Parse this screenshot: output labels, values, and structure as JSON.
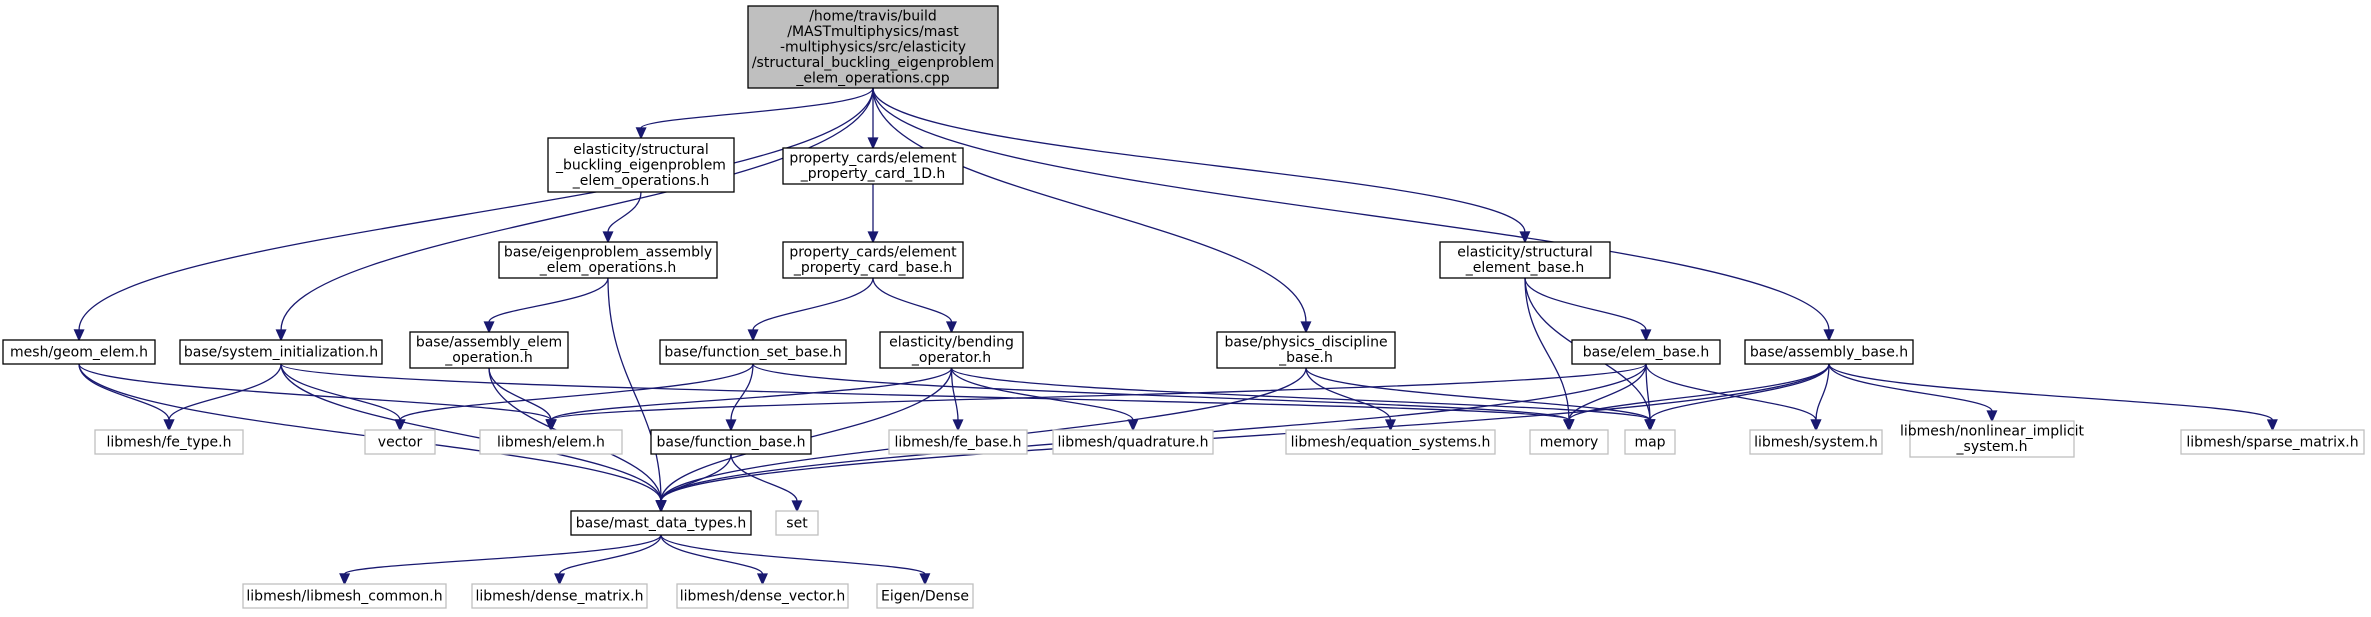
{
  "colors": {
    "edge": "#191970",
    "node_border_documented": "#000000",
    "node_border_external": "#bfbfbf",
    "node_fill": "#ffffff",
    "root_fill": "#bfbfbf",
    "text": "#000000"
  },
  "nodes": [
    {
      "id": "root",
      "lines": [
        "/home/travis/build",
        "/MASTmultiphysics/mast",
        "-multiphysics/src/elasticity",
        "/structural_buckling_eigenproblem",
        "_elem_operations.cpp"
      ],
      "kind": "root"
    },
    {
      "id": "geom_elem",
      "lines": [
        "mesh/geom_elem.h"
      ],
      "kind": "documented"
    },
    {
      "id": "system_init",
      "lines": [
        "base/system_initialization.h"
      ],
      "kind": "documented"
    },
    {
      "id": "sbeo_h",
      "lines": [
        "elasticity/structural",
        "_buckling_eigenproblem",
        "_elem_operations.h"
      ],
      "kind": "documented"
    },
    {
      "id": "epc1d",
      "lines": [
        "property_cards/element",
        "_property_card_1D.h"
      ],
      "kind": "documented"
    },
    {
      "id": "epa_eo",
      "lines": [
        "base/eigenproblem_assembly",
        "_elem_operations.h"
      ],
      "kind": "documented"
    },
    {
      "id": "epcb",
      "lines": [
        "property_cards/element",
        "_property_card_base.h"
      ],
      "kind": "documented"
    },
    {
      "id": "physics_disc",
      "lines": [
        "base/physics_discipline",
        "_base.h"
      ],
      "kind": "documented"
    },
    {
      "id": "seb",
      "lines": [
        "elasticity/structural",
        "_element_base.h"
      ],
      "kind": "documented"
    },
    {
      "id": "assembly_base",
      "lines": [
        "base/assembly_base.h"
      ],
      "kind": "documented"
    },
    {
      "id": "aeo",
      "lines": [
        "base/assembly_elem",
        "_operation.h"
      ],
      "kind": "documented"
    },
    {
      "id": "fsb",
      "lines": [
        "base/function_set_base.h"
      ],
      "kind": "documented"
    },
    {
      "id": "bending",
      "lines": [
        "elasticity/bending",
        "_operator.h"
      ],
      "kind": "documented"
    },
    {
      "id": "elem_base",
      "lines": [
        "base/elem_base.h"
      ],
      "kind": "documented"
    },
    {
      "id": "fe_type",
      "lines": [
        "libmesh/fe_type.h"
      ],
      "kind": "external"
    },
    {
      "id": "vector",
      "lines": [
        "vector"
      ],
      "kind": "external"
    },
    {
      "id": "elem",
      "lines": [
        "libmesh/elem.h"
      ],
      "kind": "external"
    },
    {
      "id": "fb",
      "lines": [
        "base/function_base.h"
      ],
      "kind": "documented"
    },
    {
      "id": "fe_base",
      "lines": [
        "libmesh/fe_base.h"
      ],
      "kind": "external"
    },
    {
      "id": "quadrature",
      "lines": [
        "libmesh/quadrature.h"
      ],
      "kind": "external"
    },
    {
      "id": "eq_sys",
      "lines": [
        "libmesh/equation_systems.h"
      ],
      "kind": "external"
    },
    {
      "id": "memory",
      "lines": [
        "memory"
      ],
      "kind": "external"
    },
    {
      "id": "map",
      "lines": [
        "map"
      ],
      "kind": "external"
    },
    {
      "id": "system",
      "lines": [
        "libmesh/system.h"
      ],
      "kind": "external"
    },
    {
      "id": "nonlinear",
      "lines": [
        "libmesh/nonlinear_implicit",
        "_system.h"
      ],
      "kind": "external"
    },
    {
      "id": "sparse",
      "lines": [
        "libmesh/sparse_matrix.h"
      ],
      "kind": "external"
    },
    {
      "id": "mdt",
      "lines": [
        "base/mast_data_types.h"
      ],
      "kind": "documented"
    },
    {
      "id": "set",
      "lines": [
        "set"
      ],
      "kind": "external"
    },
    {
      "id": "libmesh_common",
      "lines": [
        "libmesh/libmesh_common.h"
      ],
      "kind": "external"
    },
    {
      "id": "dense_matrix",
      "lines": [
        "libmesh/dense_matrix.h"
      ],
      "kind": "external"
    },
    {
      "id": "dense_vector",
      "lines": [
        "libmesh/dense_vector.h"
      ],
      "kind": "external"
    },
    {
      "id": "eigen",
      "lines": [
        "Eigen/Dense"
      ],
      "kind": "external"
    }
  ],
  "edges": [
    [
      "root",
      "geom_elem"
    ],
    [
      "root",
      "system_init"
    ],
    [
      "root",
      "sbeo_h"
    ],
    [
      "root",
      "epc1d"
    ],
    [
      "root",
      "physics_disc"
    ],
    [
      "root",
      "seb"
    ],
    [
      "root",
      "assembly_base"
    ],
    [
      "geom_elem",
      "fe_type"
    ],
    [
      "geom_elem",
      "elem"
    ],
    [
      "geom_elem",
      "mdt"
    ],
    [
      "system_init",
      "fe_type"
    ],
    [
      "system_init",
      "vector"
    ],
    [
      "system_init",
      "mdt"
    ],
    [
      "system_init",
      "memory"
    ],
    [
      "sbeo_h",
      "epa_eo"
    ],
    [
      "epa_eo",
      "aeo"
    ],
    [
      "epa_eo",
      "mdt"
    ],
    [
      "aeo",
      "elem"
    ],
    [
      "aeo",
      "mdt"
    ],
    [
      "epc1d",
      "epcb"
    ],
    [
      "epcb",
      "fsb"
    ],
    [
      "epcb",
      "bending"
    ],
    [
      "fsb",
      "vector"
    ],
    [
      "fsb",
      "fb"
    ],
    [
      "fsb",
      "memory"
    ],
    [
      "fb",
      "mdt"
    ],
    [
      "fb",
      "set"
    ],
    [
      "bending",
      "elem"
    ],
    [
      "bending",
      "mdt"
    ],
    [
      "bending",
      "fe_base"
    ],
    [
      "bending",
      "quadrature"
    ],
    [
      "bending",
      "map"
    ],
    [
      "physics_disc",
      "eq_sys"
    ],
    [
      "physics_disc",
      "map"
    ],
    [
      "physics_disc",
      "mdt"
    ],
    [
      "seb",
      "elem_base"
    ],
    [
      "seb",
      "memory"
    ],
    [
      "seb",
      "map"
    ],
    [
      "elem_base",
      "elem"
    ],
    [
      "elem_base",
      "memory"
    ],
    [
      "elem_base",
      "map"
    ],
    [
      "elem_base",
      "system"
    ],
    [
      "elem_base",
      "mdt"
    ],
    [
      "assembly_base",
      "memory"
    ],
    [
      "assembly_base",
      "map"
    ],
    [
      "assembly_base",
      "system"
    ],
    [
      "assembly_base",
      "nonlinear"
    ],
    [
      "assembly_base",
      "sparse"
    ],
    [
      "assembly_base",
      "mdt"
    ],
    [
      "mdt",
      "libmesh_common"
    ],
    [
      "mdt",
      "dense_matrix"
    ],
    [
      "mdt",
      "dense_vector"
    ],
    [
      "mdt",
      "eigen"
    ]
  ]
}
